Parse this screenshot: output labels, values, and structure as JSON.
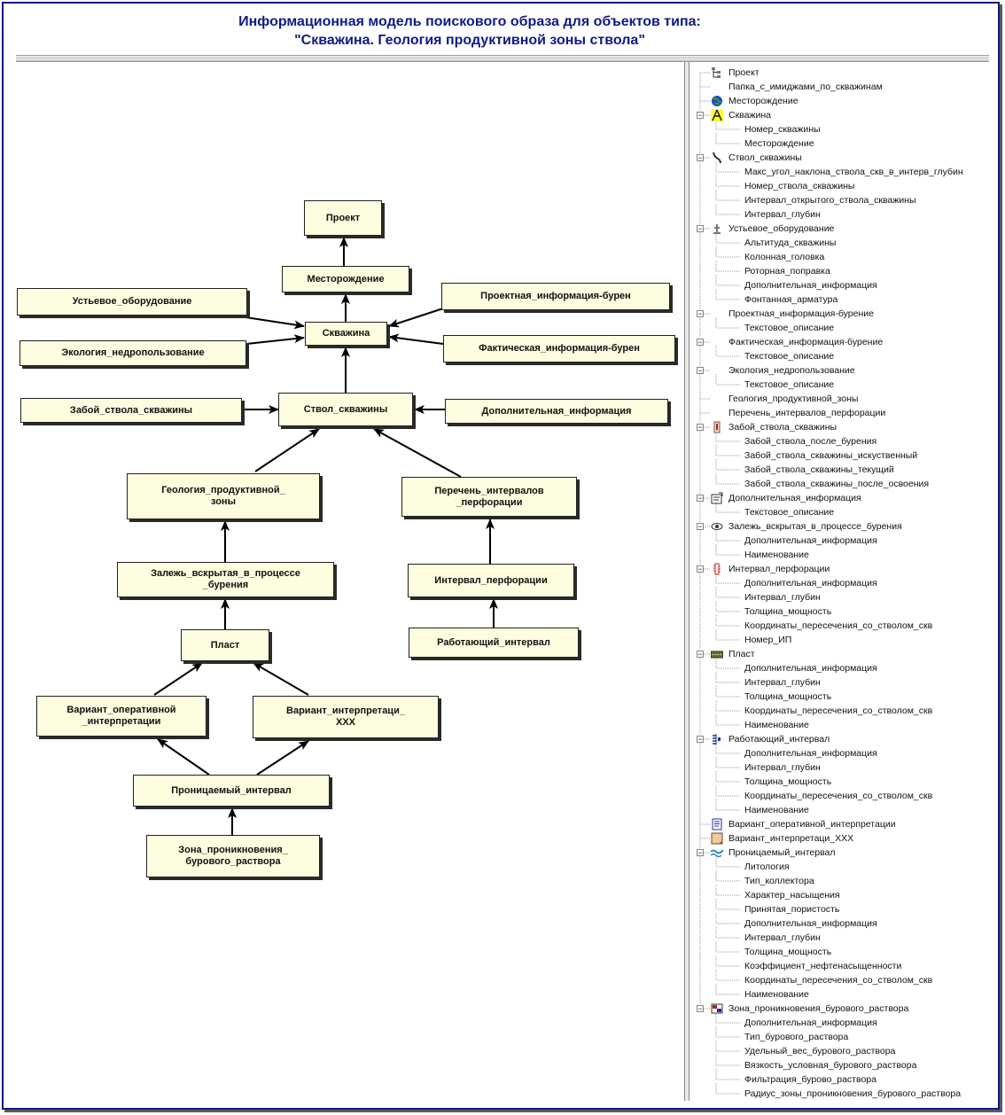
{
  "title": {
    "line1": "Информационная модель поискового образа для объектов типа:",
    "line2": "\"Скважина. Геология продуктивной зоны ствола\""
  },
  "colors": {
    "title": "#101a86",
    "node_fill": "#fefde0",
    "frame": "#0c1a8a"
  },
  "diagram": {
    "nodes": {
      "project": "Проект",
      "mestorozhdenie": "Месторождение",
      "skvazhina": "Скважина",
      "ustievoe": "Устьевое_оборудование",
      "ekologiya": "Экология_недропользование",
      "proektnaya": "Проектная_информация-бурен",
      "fakticheskaya": "Фактическая_информация-бурен",
      "stvol": "Ствол_скважины",
      "zaboi": "Забой_ствола_скважины",
      "dopinfo": "Дополнительная_информация",
      "geologiya": "Геология_продуктивной_\nзоны",
      "perechen": "Перечень_интервалов\n_перфорации",
      "zalezh": "Залежь_вскрытая_в_процессе\n_бурения",
      "interval_perf": "Интервал_перфорации",
      "rabotayushiy": "Работающий_интервал",
      "plast": "Пласт",
      "variant_oper": "Вариант_оперативной\n_интерпретации",
      "variant_xxx": "Вариант_интерпретаци_\nХХХ",
      "pronicaemyi": "Проницаемый_интервал",
      "zona": "Зона_проникновения_\nбурового_раствора"
    }
  },
  "tree": [
    {
      "label": "Проект",
      "level": 0,
      "icon": "project-icon"
    },
    {
      "label": "Папка_с_имиджами_по_скважинам",
      "level": 0,
      "icon": ""
    },
    {
      "label": "Месторождение",
      "level": 0,
      "icon": "globe-icon"
    },
    {
      "label": "Скважина",
      "level": 0,
      "icon": "well-icon",
      "expanded": true
    },
    {
      "label": "Номер_скважины",
      "level": 1
    },
    {
      "label": "Месторождение",
      "level": 1
    },
    {
      "label": "Ствол_скважины",
      "level": 0,
      "icon": "borehole-icon",
      "expanded": true
    },
    {
      "label": "Макс_угол_наклона_ствола_скв_в_интерв_глубин",
      "level": 1
    },
    {
      "label": "Номер_ствола_скважины",
      "level": 1
    },
    {
      "label": "Интервал_открытого_ствола_скважины",
      "level": 1
    },
    {
      "label": "Интервал_глубин",
      "level": 1
    },
    {
      "label": "Устьевое_оборудование",
      "level": 0,
      "icon": "wellhead-icon",
      "expanded": true
    },
    {
      "label": "Альтитуда_скважины",
      "level": 1
    },
    {
      "label": "Колонная_головка",
      "level": 1
    },
    {
      "label": "Роторная_поправка",
      "level": 1
    },
    {
      "label": "Дополнительная_информация",
      "level": 1
    },
    {
      "label": "Фонтанная_арматура",
      "level": 1
    },
    {
      "label": "Проектная_информация-бурение",
      "level": 0,
      "icon": "",
      "expanded": true
    },
    {
      "label": "Текстовое_описание",
      "level": 1
    },
    {
      "label": "Фактическая_информация-бурение",
      "level": 0,
      "icon": "",
      "expanded": true
    },
    {
      "label": "Текстовое_описание",
      "level": 1
    },
    {
      "label": "Экология_недропользование",
      "level": 0,
      "icon": "",
      "expanded": true
    },
    {
      "label": "Текстовое_описание",
      "level": 1
    },
    {
      "label": "Геология_продуктивной_зоны",
      "level": 0,
      "icon": ""
    },
    {
      "label": "Перечень_интервалов_перфорации",
      "level": 0,
      "icon": ""
    },
    {
      "label": "Забой_ствола_скважины",
      "level": 0,
      "icon": "bottomhole-icon",
      "expanded": true
    },
    {
      "label": "Забой_ствола_после_бурения",
      "level": 1
    },
    {
      "label": "Забой_ствола_скважины_искуственный",
      "level": 1
    },
    {
      "label": "Забой_ствола_скважины_текущий",
      "level": 1
    },
    {
      "label": "Забой_ствола_скважины_после_освоения",
      "level": 1
    },
    {
      "label": "Дополнительная_информация",
      "level": 0,
      "icon": "info-doc-icon",
      "expanded": true
    },
    {
      "label": "Текстовое_описание",
      "level": 1
    },
    {
      "label": "Залежь_вскрытая_в_процессе_бурения",
      "level": 0,
      "icon": "eye-icon",
      "expanded": true
    },
    {
      "label": "Дополнительная_информация",
      "level": 1
    },
    {
      "label": "Наименование",
      "level": 1
    },
    {
      "label": "Интервал_перфорации",
      "level": 0,
      "icon": "perforation-icon",
      "expanded": true
    },
    {
      "label": "Дополнительная_информация",
      "level": 1
    },
    {
      "label": "Интервал_глубин",
      "level": 1
    },
    {
      "label": "Толщина_мощность",
      "level": 1
    },
    {
      "label": "Координаты_пересечения_со_стволом_скв",
      "level": 1
    },
    {
      "label": "Номер_ИП",
      "level": 1
    },
    {
      "label": "Пласт",
      "level": 0,
      "icon": "layer-icon",
      "expanded": true
    },
    {
      "label": "Дополнительная_информация",
      "level": 1
    },
    {
      "label": "Интервал_глубин",
      "level": 1
    },
    {
      "label": "Толщина_мощность",
      "level": 1
    },
    {
      "label": "Координаты_пересечения_со_стволом_скв",
      "level": 1
    },
    {
      "label": "Наименование",
      "level": 1
    },
    {
      "label": "Работающий_интервал",
      "level": 0,
      "icon": "working-interval-icon",
      "expanded": true
    },
    {
      "label": "Дополнительная_информация",
      "level": 1
    },
    {
      "label": "Интервал_глубин",
      "level": 1
    },
    {
      "label": "Толщина_мощность",
      "level": 1
    },
    {
      "label": "Координаты_пересечения_со_стволом_скв",
      "level": 1
    },
    {
      "label": "Наименование",
      "level": 1
    },
    {
      "label": "Вариант_оперативной_интерпретации",
      "level": 0,
      "icon": "document-icon"
    },
    {
      "label": "Вариант_интерпретаци_ХХХ",
      "level": 0,
      "icon": "note-icon"
    },
    {
      "label": "Проницаемый_интервал",
      "level": 0,
      "icon": "wave-icon",
      "expanded": true
    },
    {
      "label": "Литология",
      "level": 1
    },
    {
      "label": "Тип_коллектора",
      "level": 1
    },
    {
      "label": "Характер_насыщения",
      "level": 1
    },
    {
      "label": "Принятая_пористость",
      "level": 1
    },
    {
      "label": "Дополнительная_информация",
      "level": 1
    },
    {
      "label": "Интервал_глубин",
      "level": 1
    },
    {
      "label": "Толщина_мощность",
      "level": 1
    },
    {
      "label": "Коэффициент_нефтенасыщенности",
      "level": 1
    },
    {
      "label": "Координаты_пересечения_со_стволом_скв",
      "level": 1
    },
    {
      "label": "Наименование",
      "level": 1
    },
    {
      "label": "Зона_проникновения_бурового_раствора",
      "level": 0,
      "icon": "flag-icon",
      "expanded": true
    },
    {
      "label": "Дополнительная_информация",
      "level": 1
    },
    {
      "label": "Тип_бурового_раствора",
      "level": 1
    },
    {
      "label": "Удельный_вес_бурового_раствора",
      "level": 1
    },
    {
      "label": "Вязкость_условная_бурового_раствора",
      "level": 1
    },
    {
      "label": "Фильтрация_бурово_раствора",
      "level": 1
    },
    {
      "label": "Радиус_зоны_проникновения_бурового_раствора",
      "level": 1
    }
  ]
}
